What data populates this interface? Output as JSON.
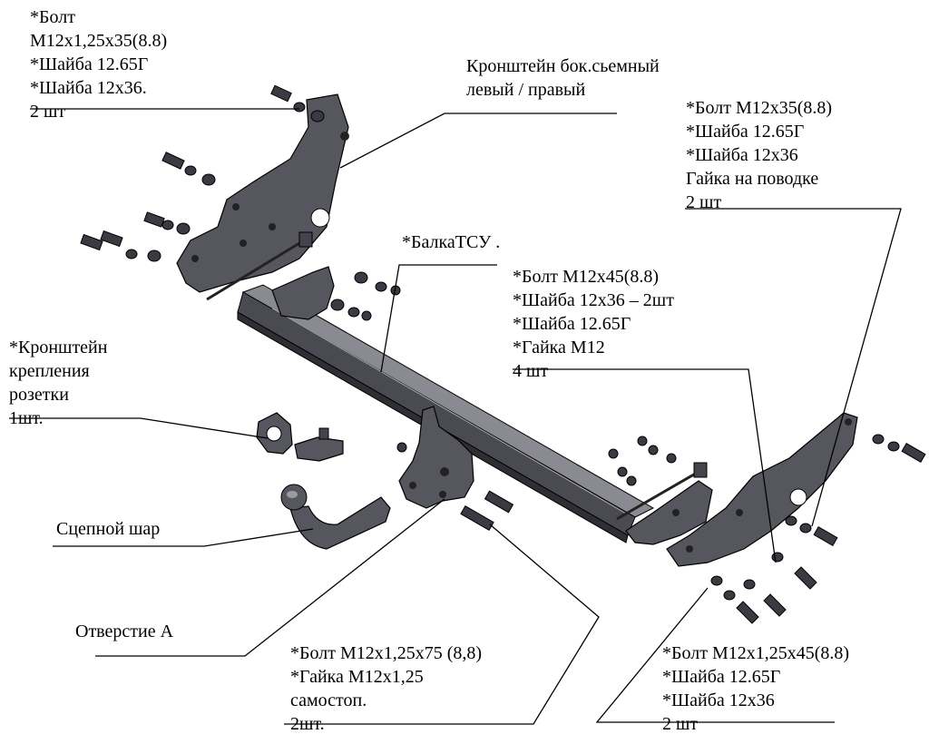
{
  "labels": {
    "top_left_bolts": [
      "*Болт",
      "М12х1,25х35(8.8)",
      "*Шайба 12.65Г",
      "*Шайба 12х36.",
      "2 шт"
    ],
    "side_bracket": [
      "Кронштейн  бок.сьемный",
      "левый / правый"
    ],
    "right_bolts": [
      "*Болт М12х35(8.8)",
      "*Шайба 12.65Г",
      "*Шайба 12х36",
      "Гайка на поводке",
      "2 шт"
    ],
    "beam": [
      "*БалкаТСУ ."
    ],
    "center_bolts": [
      "*Болт М12х45(8.8)",
      "*Шайба 12х36 – 2шт",
      "*Шайба 12.65Г",
      "*Гайка М12",
      "4 шт"
    ],
    "socket_bracket": [
      "*Кронштейн",
      "крепления",
      "розетки",
      "1шт."
    ],
    "tow_ball": [
      "Сцепной шар"
    ],
    "hole_a": [
      "Отверстие А"
    ],
    "bottom_center_bolts": [
      "*Болт М12х1,25х75 (8,8)",
      "*Гайка М12х1,25",
      "самостоп.",
      "2шт."
    ],
    "bottom_right_bolts": [
      "*Болт М12х1,25х45(8.8)",
      "*Шайба 12.65Г",
      "*Шайба 12х36",
      "2 шт"
    ]
  },
  "colors": {
    "part_fill": "#56565e",
    "part_light": "#8a8a92",
    "part_dark": "#2e2e34",
    "line": "#000000"
  }
}
